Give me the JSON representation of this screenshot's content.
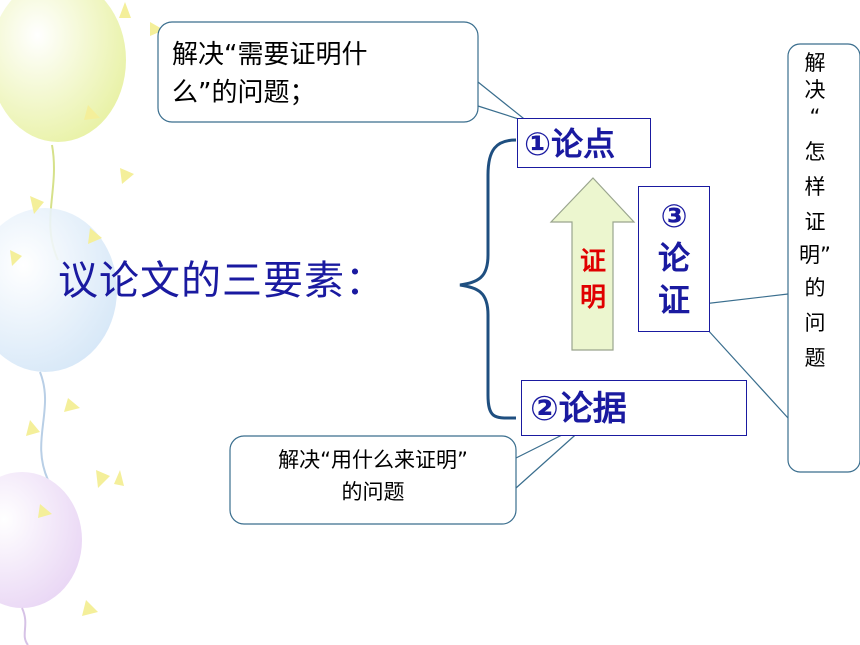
{
  "title": "议论文的三要素：",
  "elements": {
    "point": "①论点",
    "evidence": "②论据",
    "argumentation_lines": [
      "③",
      "论",
      "证"
    ]
  },
  "arrow_label_lines": [
    "证",
    "明"
  ],
  "callouts": {
    "point_callout_lines": [
      "解决“需要证明什",
      "么”的问题；"
    ],
    "evidence_callout_lines": [
      "解决“用什么来证明”",
      "的问题"
    ],
    "argumentation_callout_chars": [
      "解",
      "决",
      "“",
      "怎",
      "样",
      "证",
      "明”",
      "的",
      "问",
      "题"
    ]
  },
  "colors": {
    "primary": "#1a1aa0",
    "arrow_label": "#e00000",
    "arrow_fill": "#ecf6cf",
    "bracket": "#1f4f80"
  }
}
